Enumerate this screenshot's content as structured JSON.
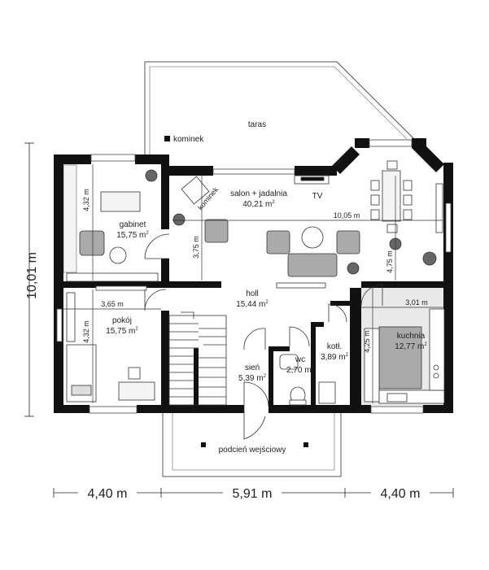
{
  "terrace": {
    "label": "taras"
  },
  "fireplace_legend": {
    "label": "kominek"
  },
  "rooms": {
    "gabinet": {
      "name": "gabinet",
      "area": "15,75 m",
      "dim": "4,32 m"
    },
    "salon": {
      "name": "salon + jadalnia",
      "area": "40,21 m",
      "tv": "TV",
      "fireplace": "kominek",
      "width": "10,05 m",
      "depth": "4,75 m",
      "depth2": "3,75 m"
    },
    "pokoj": {
      "name": "pokój",
      "area": "15,75 m",
      "width": "3,65 m",
      "dim": "4,32 m"
    },
    "holl": {
      "name": "holl",
      "area": "15,44 m"
    },
    "sien": {
      "name": "sień",
      "area": "5,39 m"
    },
    "wc": {
      "name": "wc",
      "area": "2,70 m"
    },
    "kotl": {
      "name": "kotł.",
      "area": "3,89 m"
    },
    "kuchnia": {
      "name": "kuchnia",
      "area": "12,77 m",
      "width": "3,01 m",
      "depth": "4,25 m"
    }
  },
  "porch": {
    "label": "podcień wejściowy"
  },
  "dimensions": {
    "total_depth": "10,01 m",
    "bottom": [
      "4,40 m",
      "5,91 m",
      "4,40 m"
    ]
  },
  "area_unit_superscript": "2"
}
